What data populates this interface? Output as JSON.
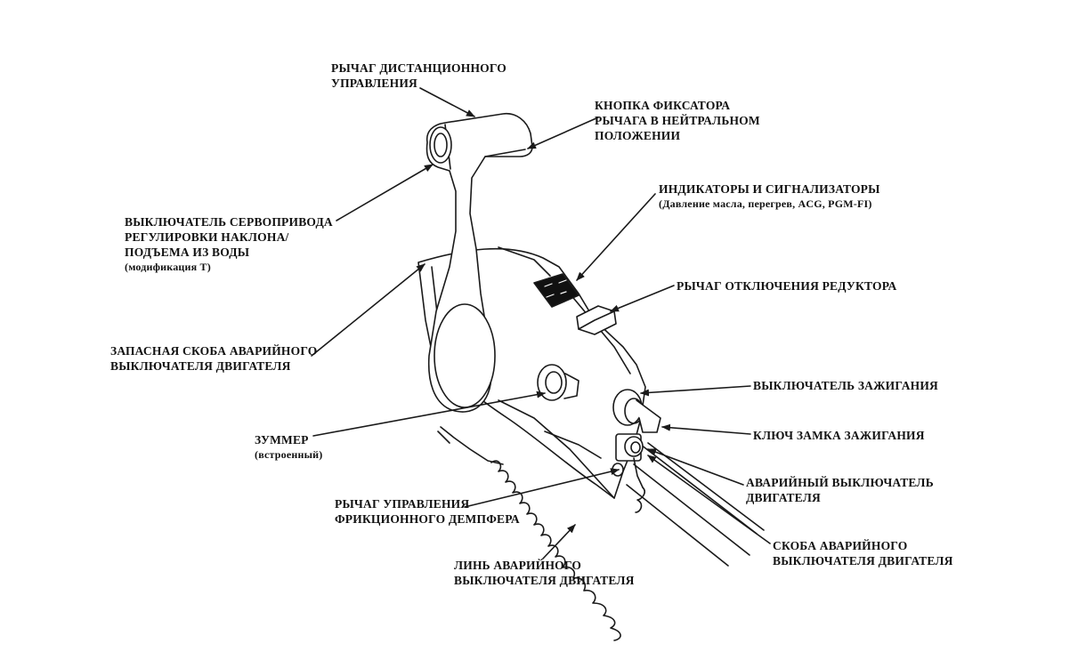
{
  "labels": {
    "remote_lever": [
      "РЫЧАГ ДИСТАНЦИОННОГО",
      "УПРАВЛЕНИЯ"
    ],
    "neutral_lock_button": [
      "КНОПКА ФИКСАТОРА",
      "РЫЧАГА В НЕЙТРАЛЬНОМ",
      "ПОЛОЖЕНИИ"
    ],
    "trim_switch": [
      "ВЫКЛЮЧАТЕЛЬ СЕРВОПРИВОДА",
      "РЕГУЛИРОВКИ НАКЛОНА/",
      "ПОДЪЕМА ИЗ ВОДЫ"
    ],
    "trim_switch_note": "(модификация Т)",
    "indicators": "ИНДИКАТОРЫ И СИГНАЛИЗАТОРЫ",
    "indicators_note": "(Давление масла, перегрев, ACG, PGM-FI)",
    "gear_release_lever": "РЫЧАГ ОТКЛЮЧЕНИЯ РЕДУКТОРА",
    "spare_clip": [
      "ЗАПАСНАЯ СКОБА АВАРИЙНОГО",
      "ВЫКЛЮЧАТЕЛЯ ДВИГАТЕЛЯ"
    ],
    "ignition_switch": "ВЫКЛЮЧАТЕЛЬ ЗАЖИГАНИЯ",
    "ignition_key": "КЛЮЧ ЗАМКА ЗАЖИГАНИЯ",
    "buzzer": "ЗУММЕР",
    "buzzer_note": "(встроенный)",
    "emergency_stop_switch": [
      "АВАРИЙНЫЙ ВЫКЛЮЧАТЕЛЬ",
      "ДВИГАТЕЛЯ"
    ],
    "friction_lever": [
      "РЫЧАГ УПРАВЛЕНИЯ",
      "ФРИКЦИОННОГО ДЕМПФЕРА"
    ],
    "stop_clip": [
      "СКОБА АВАРИЙНОГО",
      "ВЫКЛЮЧАТЕЛЯ ДВИГАТЕЛЯ"
    ],
    "lanyard": [
      "ЛИНЬ АВАРИЙНОГО",
      "ВЫКЛЮЧАТЕЛЯ ДВИГАТЕЛЯ"
    ]
  },
  "colors": {
    "line": "#1a1a1a",
    "panel": "#111111",
    "background": "#ffffff"
  }
}
